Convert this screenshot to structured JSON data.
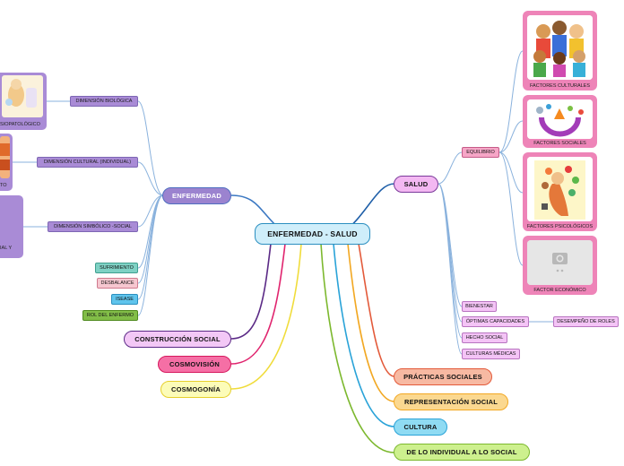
{
  "center": {
    "label": "ENFERMEDAD - SALUD"
  },
  "enfermedad": {
    "label": "ENFERMEDAD",
    "dimensions": [
      {
        "label": "DIMENSIÓN BIOLÓGICA"
      },
      {
        "label": "DIMENSIÓN CULTURAL (INDIVIDUAL)"
      },
      {
        "label": "DIMENSIÓN SIMBÓLICO -SOCIAL"
      }
    ],
    "tags": [
      {
        "label": "SUFRIMIENTO"
      },
      {
        "label": "DESBALANCE"
      },
      {
        "label": "ISEASE"
      },
      {
        "label": "ROL DEL ENFERMO"
      }
    ],
    "side_cards": [
      {
        "caption": "SIOPATOLÓGICO"
      },
      {
        "caption": "TO"
      },
      {
        "caption": "IAL Y"
      }
    ]
  },
  "salud": {
    "label": "SALUD",
    "equilibrio": {
      "label": "EQUILIBRIO"
    },
    "factors": [
      {
        "caption": "FACTORES CULTURALES"
      },
      {
        "caption": "FACTORES SOCIALES"
      },
      {
        "caption": "FACTORES PSICOLÓGICOS"
      },
      {
        "caption": "FACTOR ECONÓMICO"
      }
    ],
    "items": [
      {
        "label": "BIENESTAR"
      },
      {
        "label": "ÓPTIMAS CAPACIDADES"
      },
      {
        "label": "HECHO SOCIAL"
      },
      {
        "label": "CULTURAS MÉDICAS"
      }
    ],
    "desempeno": {
      "label": "DESEMPEÑO DE ROLES"
    }
  },
  "left_branches": [
    {
      "label": "CONSTRUCCIÓN SOCIAL"
    },
    {
      "label": "COSMOVISIÓN"
    },
    {
      "label": "COSMOGONÍA"
    }
  ],
  "right_branches": [
    {
      "label": "PRÁCTICAS SOCIALES"
    },
    {
      "label": "REPRESENTACIÓN SOCIAL"
    },
    {
      "label": "CULTURA"
    },
    {
      "label": "DE LO INDIVIDUAL A LO SOCIAL"
    }
  ],
  "colors": {
    "center_fill": "#cfeefa",
    "center_border": "#2b8fc0",
    "enfermedad_fill": "#9b83cf",
    "salud_fill": "#f3b8f2",
    "salud_border": "#7a3a9a",
    "construccion_fill": "#f3c8f6",
    "cosmovision_fill": "#f56fa5",
    "cosmogonia_fill": "#fcfcb8",
    "practicas_fill": "#f7b9a2",
    "representacion_fill": "#fbd890",
    "cultura_fill": "#8fdbf3",
    "individual_fill": "#cdf08e",
    "factor_card": "#ee84b8",
    "equilibrio_fill": "#f6a6c7"
  }
}
